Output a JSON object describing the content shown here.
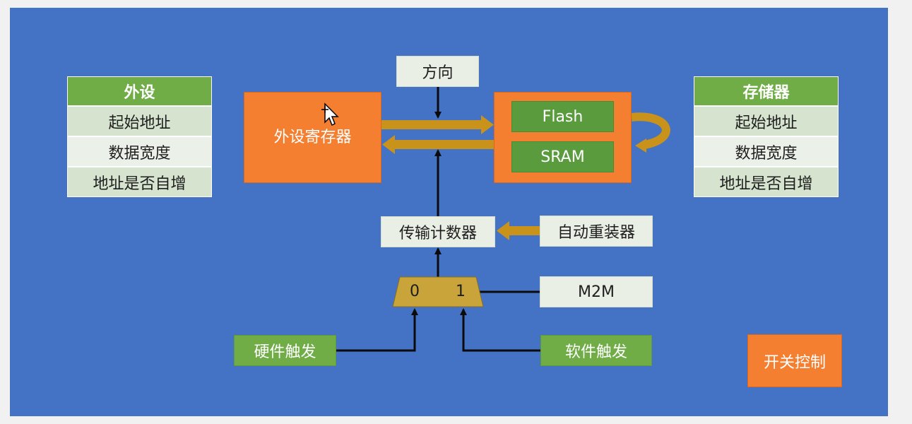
{
  "peripheral_table": {
    "title": "外设",
    "rows": [
      "起始地址",
      "数据宽度",
      "地址是否自增"
    ]
  },
  "memory_table": {
    "title": "存储器",
    "rows": [
      "起始地址",
      "数据宽度",
      "地址是否自增"
    ]
  },
  "direction": "方向",
  "peripheral_register": "外设寄存器",
  "flash": "Flash",
  "sram": "SRAM",
  "transfer_counter": "传输计数器",
  "auto_reload": "自动重装器",
  "m2m": "M2M",
  "mux": {
    "in0": "0",
    "in1": "1"
  },
  "hardware_trigger": "硬件触发",
  "software_trigger": "软件触发",
  "switch_control": "开关控制",
  "colors": {
    "background": "#4472c4",
    "orange": "#f47f30",
    "green": "#70ad47",
    "gold_arrow": "#c9921a",
    "mux": "#c8a43a",
    "wire": "#0b0b0b"
  }
}
